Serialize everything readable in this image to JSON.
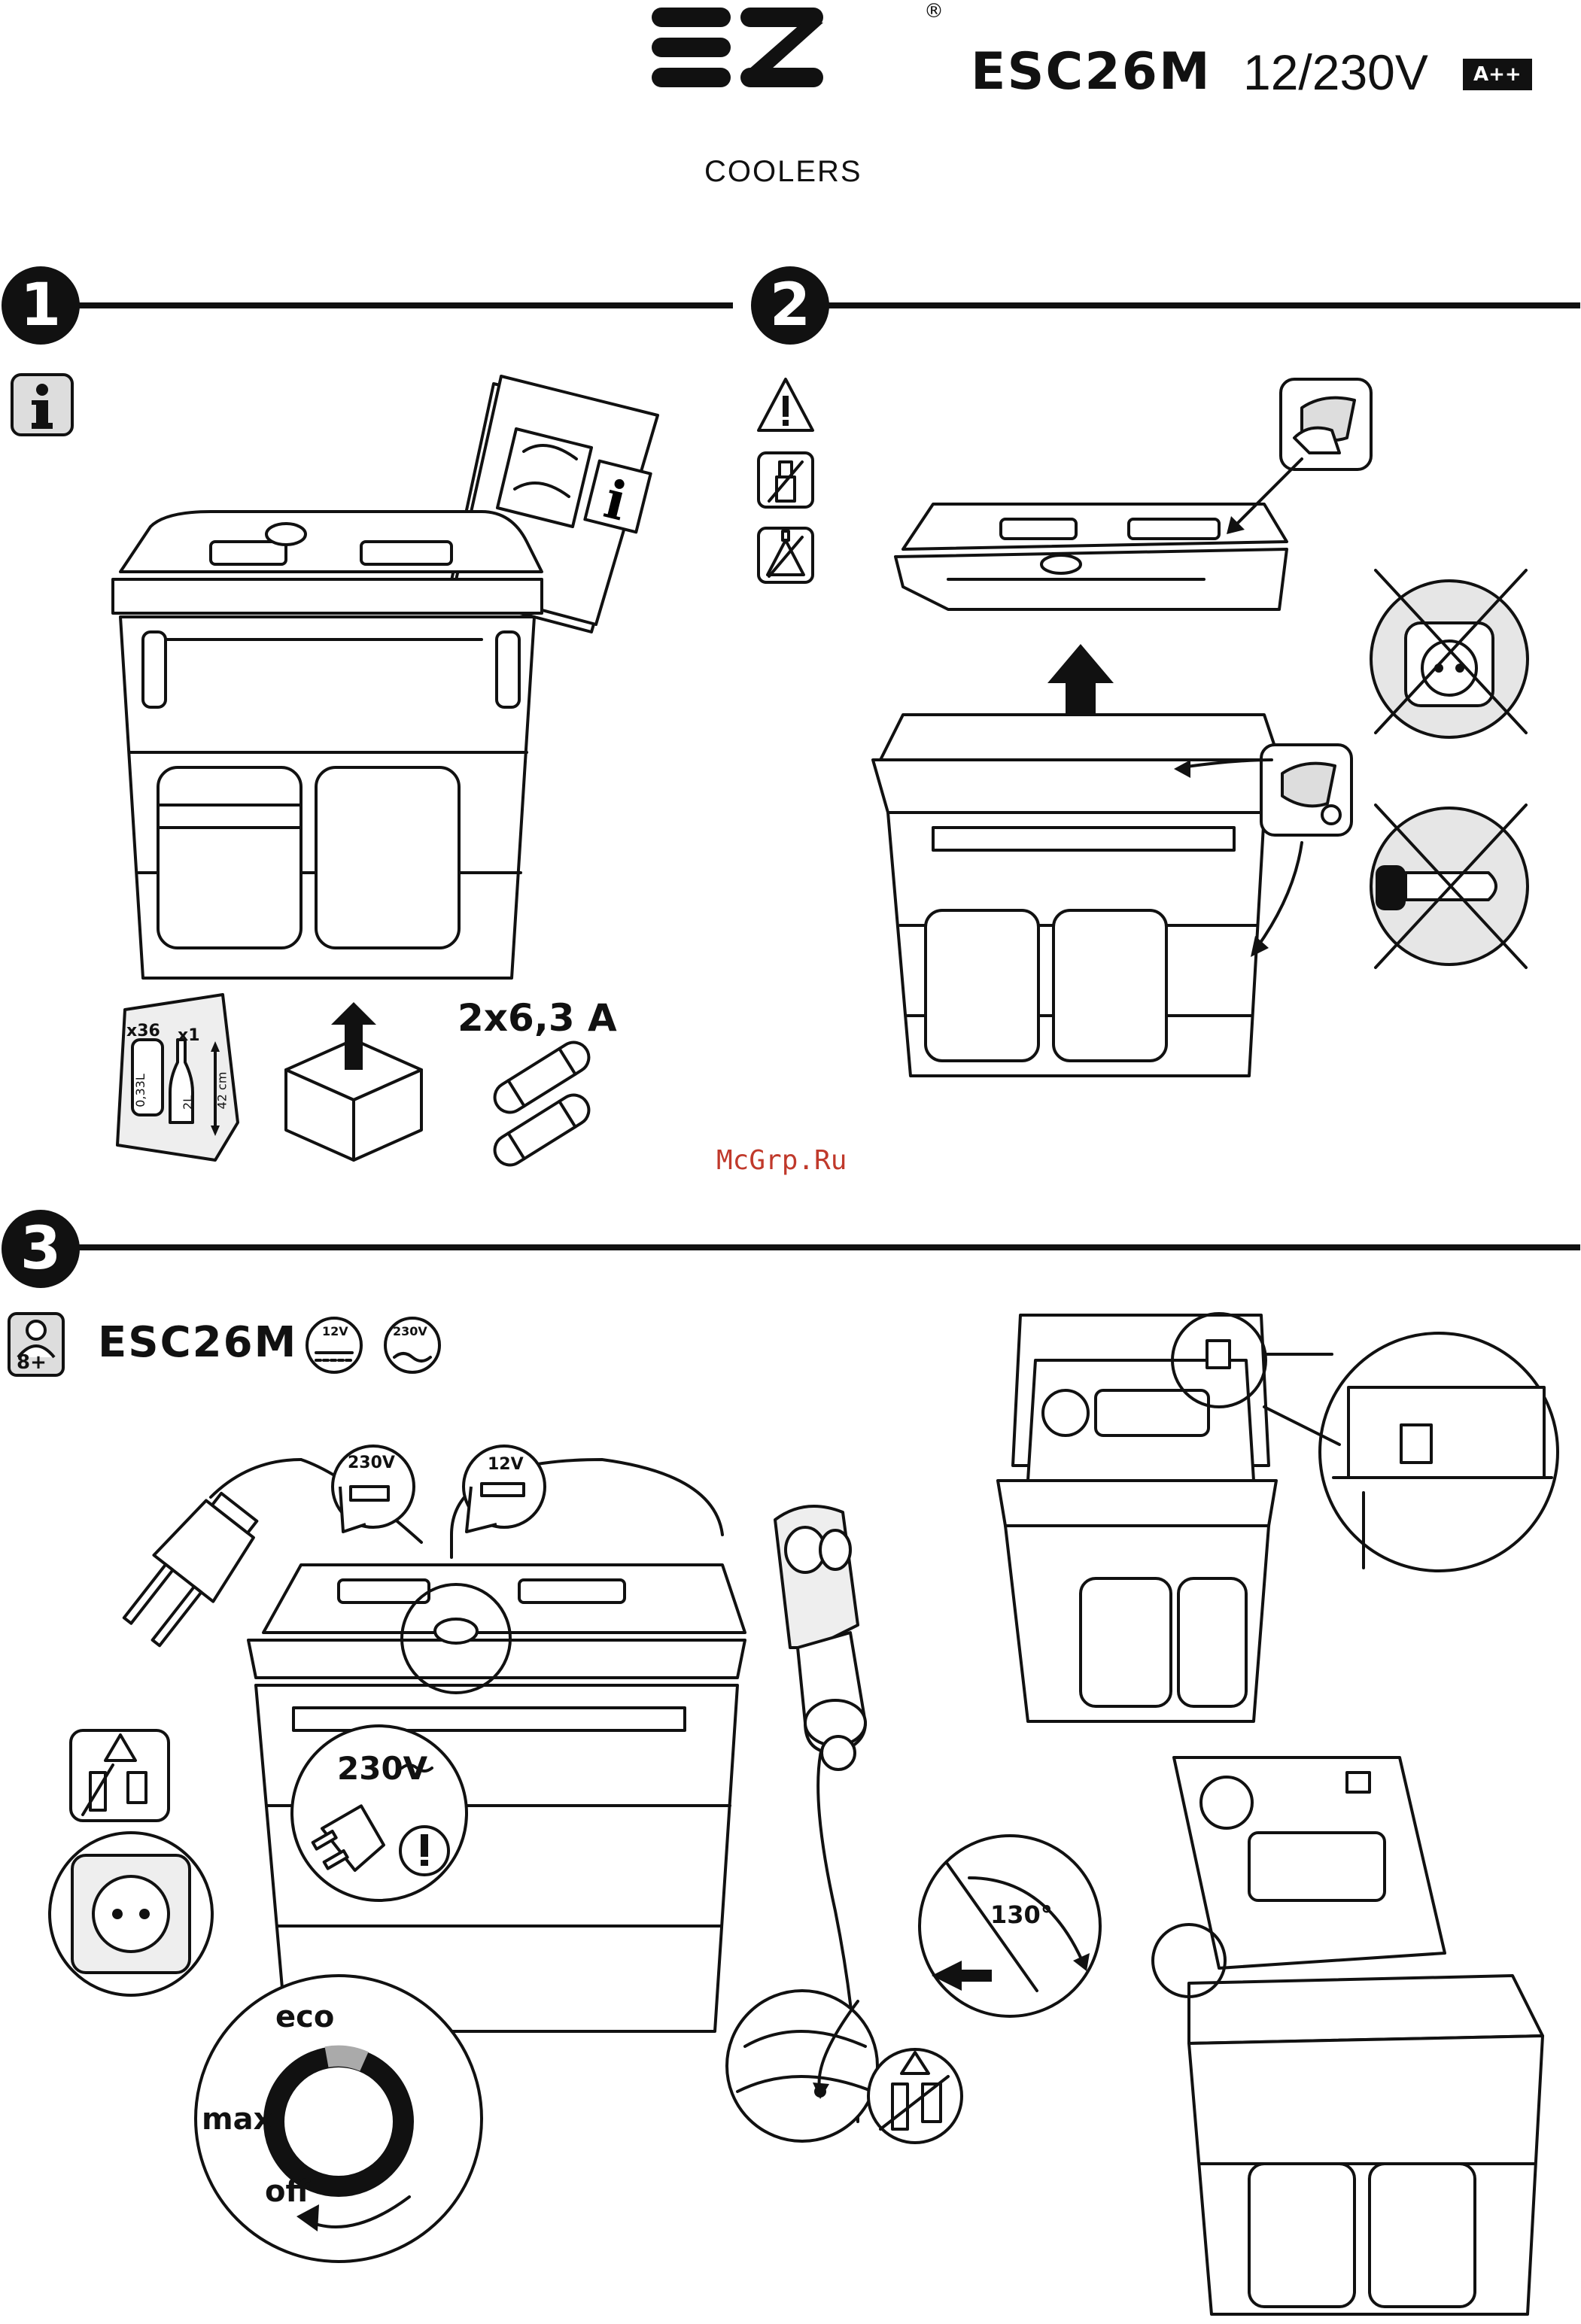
{
  "header": {
    "logo_text": "EZ",
    "logo_sub": "COOLERS",
    "model": "ESC26M",
    "voltage": "12/230V",
    "energy_class": "A++"
  },
  "step1": {
    "number": "1",
    "icon": "info-icon",
    "capacity_cans": "x36",
    "can_volume": "0,33L",
    "capacity_bottles": "x1",
    "bottle_volume": "2L",
    "bottle_height": "42 cm",
    "fuse_label": "2x6,3 A"
  },
  "step2": {
    "number": "2",
    "icons": [
      "warning-icon",
      "no-spray-icon",
      "no-solvent-icon"
    ]
  },
  "watermark": "McGrp.Ru",
  "step3": {
    "number": "3",
    "model": "ESC26M",
    "age_label": "8+",
    "badge_12v": "12V",
    "badge_230v": "230V",
    "bubble_230v": "230V",
    "bubble_12v": "12V",
    "plug_zoom_label": "230V",
    "dial": {
      "eco": "eco",
      "max": "max",
      "off": "off"
    },
    "angle": "130°"
  }
}
